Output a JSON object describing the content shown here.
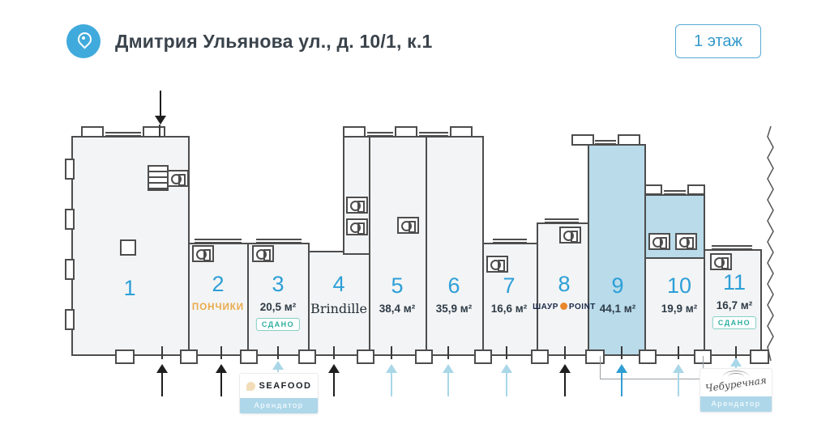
{
  "header": {
    "title": "Дмитрия Ульянова ул., д. 10/1, к.1",
    "floor_button": "1 этаж"
  },
  "units": [
    {
      "number": "1"
    },
    {
      "number": "2",
      "tenant": "ПОНЧИКИ"
    },
    {
      "number": "3",
      "area": "20,5 м²",
      "status": "СДАНО"
    },
    {
      "number": "4",
      "tenant": "Brindille"
    },
    {
      "number": "5",
      "area": "38,4 м²"
    },
    {
      "number": "6",
      "area": "35,9 м²"
    },
    {
      "number": "7",
      "area": "16,6 м²"
    },
    {
      "number": "8",
      "tenant_prefix": "ШАУР",
      "tenant_suffix": "POINT"
    },
    {
      "number": "9",
      "area": "44,1 м²",
      "highlighted": true
    },
    {
      "number": "10",
      "area": "19,9 м²"
    },
    {
      "number": "11",
      "area": "16,7 м²",
      "status": "СДАНО"
    }
  ],
  "badges": {
    "seafood": {
      "brand": "SEAFOOD",
      "label": "Арендатор"
    },
    "handwritten": {
      "brand": "Чебуречная",
      "label": "Арендатор"
    }
  },
  "icons": {
    "header": "location-pin-icon",
    "seafood": "shrimp-icon",
    "unit8_logo": "orange-dot-icon"
  },
  "colors": {
    "accent_blue": "#2d9fd8",
    "dark_text": "#2e3b47",
    "wall": "#4d4d4d",
    "room_fill": "#f3f4f5",
    "highlight_fill": "#b9dbea",
    "status_teal": "#2fae9f",
    "tenant_orange": "#eaaa4b",
    "brand_navy": "#1b2a4a",
    "brand_orange": "#e8872b",
    "light_arrow": "#a9d7e8",
    "strong_arrow": "#2f9fd3"
  }
}
